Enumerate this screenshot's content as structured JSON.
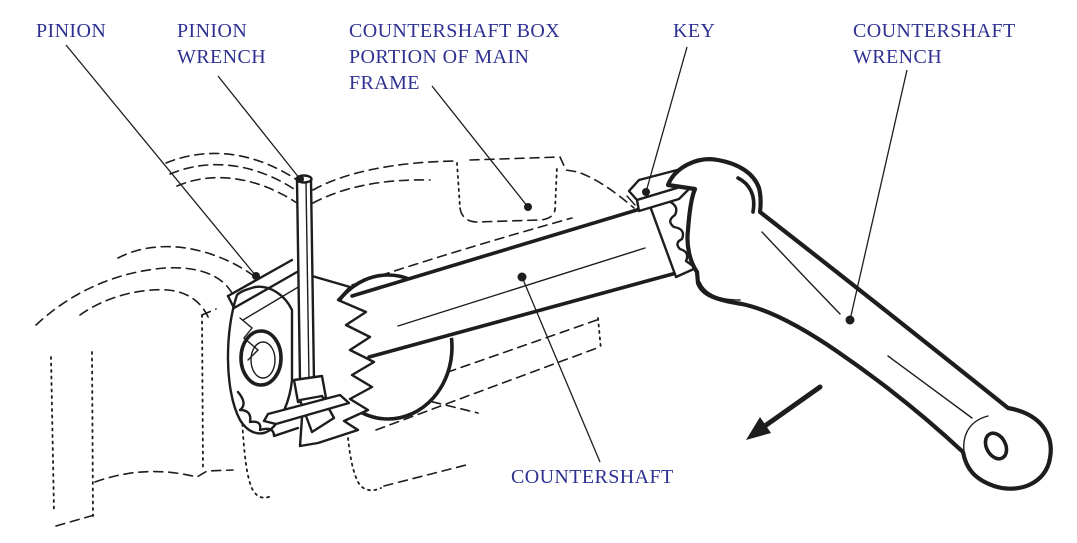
{
  "colors": {
    "background": "#ffffff",
    "line": "#1d1d1d",
    "label_text": "#2e3192"
  },
  "callouts": {
    "pinion": {
      "lines": [
        "PINION"
      ]
    },
    "pinion_wrench": {
      "lines": [
        "PINION",
        "WRENCH"
      ]
    },
    "countershaft_box": {
      "lines": [
        "COUNTERSHAFT BOX",
        "PORTION OF MAIN",
        "FRAME"
      ]
    },
    "key": {
      "lines": [
        "KEY"
      ]
    },
    "countershaft_wrench": {
      "lines": [
        "COUNTERSHAFT",
        "WRENCH"
      ]
    },
    "countershaft": {
      "lines": [
        "COUNTERSHAFT"
      ]
    }
  },
  "annotations": {
    "motion_arrow_direction": "down-left"
  }
}
